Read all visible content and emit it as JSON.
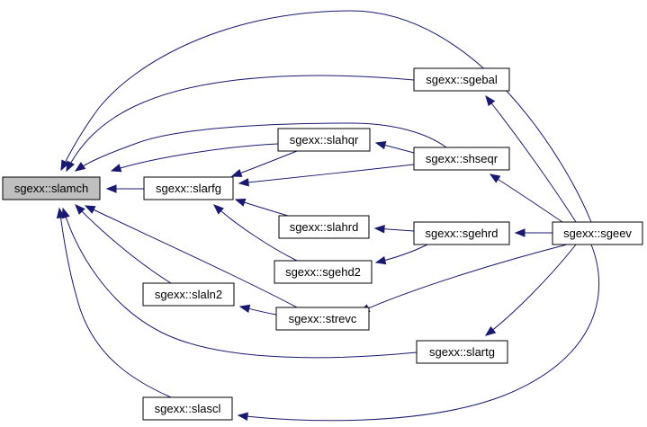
{
  "diagram": {
    "nodes": [
      {
        "id": "slamch",
        "label": "sgexx::slamch",
        "root": true
      },
      {
        "id": "slarfg",
        "label": "sgexx::slarfg"
      },
      {
        "id": "slahqr",
        "label": "sgexx::slahqr"
      },
      {
        "id": "slahrd",
        "label": "sgexx::slahrd"
      },
      {
        "id": "sgehd2",
        "label": "sgexx::sgehd2"
      },
      {
        "id": "slaln2",
        "label": "sgexx::slaln2"
      },
      {
        "id": "strevc",
        "label": "sgexx::strevc"
      },
      {
        "id": "slascl",
        "label": "sgexx::slascl"
      },
      {
        "id": "sgebal",
        "label": "sgexx::sgebal"
      },
      {
        "id": "shseqr",
        "label": "sgexx::shseqr"
      },
      {
        "id": "sgehrd",
        "label": "sgexx::sgehrd"
      },
      {
        "id": "slartg",
        "label": "sgexx::slartg"
      },
      {
        "id": "sgeev",
        "label": "sgexx::sgeev"
      }
    ],
    "edges": [
      {
        "from": "sgeev",
        "to": "slamch"
      },
      {
        "from": "sgebal",
        "to": "slamch"
      },
      {
        "from": "shseqr",
        "to": "slamch"
      },
      {
        "from": "slahqr",
        "to": "slamch"
      },
      {
        "from": "slarfg",
        "to": "slamch"
      },
      {
        "from": "slaln2",
        "to": "slamch"
      },
      {
        "from": "strevc",
        "to": "slamch"
      },
      {
        "from": "slartg",
        "to": "slamch"
      },
      {
        "from": "slascl",
        "to": "slamch"
      },
      {
        "from": "slahqr",
        "to": "slarfg"
      },
      {
        "from": "shseqr",
        "to": "slarfg"
      },
      {
        "from": "slahrd",
        "to": "slarfg"
      },
      {
        "from": "sgehd2",
        "to": "slarfg"
      },
      {
        "from": "shseqr",
        "to": "slahqr"
      },
      {
        "from": "sgehrd",
        "to": "slahrd"
      },
      {
        "from": "sgehrd",
        "to": "sgehd2"
      },
      {
        "from": "strevc",
        "to": "slaln2"
      },
      {
        "from": "sgeev",
        "to": "sgebal"
      },
      {
        "from": "sgeev",
        "to": "shseqr"
      },
      {
        "from": "sgeev",
        "to": "sgehrd"
      },
      {
        "from": "sgeev",
        "to": "strevc"
      },
      {
        "from": "sgeev",
        "to": "slartg"
      },
      {
        "from": "sgeev",
        "to": "slascl"
      }
    ]
  }
}
